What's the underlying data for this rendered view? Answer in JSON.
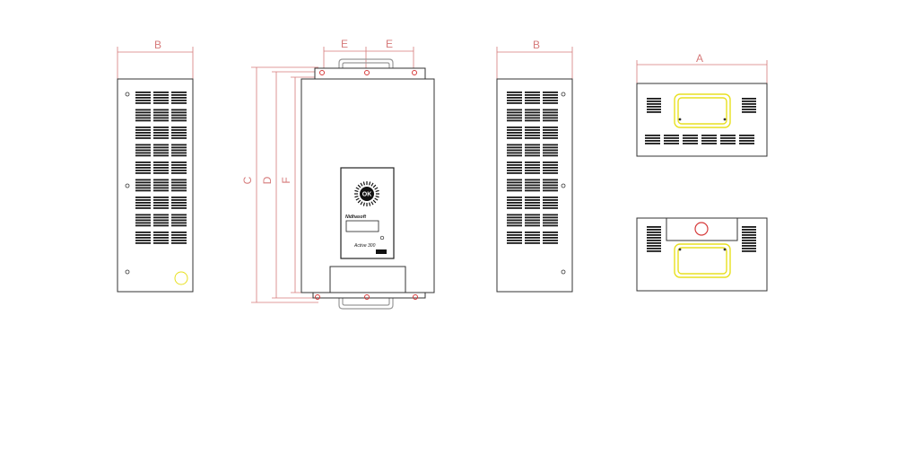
{
  "dimensions": {
    "side_left_width": "B",
    "front_top_left": "E",
    "front_top_right": "E",
    "front_height_overall": "C",
    "front_height_body": "D",
    "front_height_inner": "F",
    "side_right_width": "B",
    "top_view_width": "A"
  },
  "front_panel": {
    "ok_label": "OK",
    "brand_text": "Nidhasoft",
    "model_text": "Active 300"
  },
  "colors": {
    "line": "#333333",
    "dimension": "#d67a7a",
    "handle": "#e8e020",
    "indicator": "#d63a3a",
    "vent": "#1a1a1a"
  }
}
